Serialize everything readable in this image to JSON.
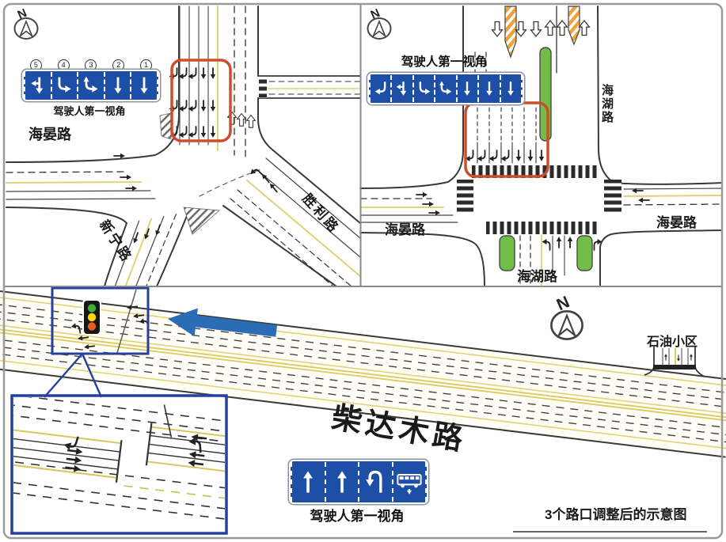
{
  "compass": {
    "label": "N"
  },
  "colors": {
    "sign_blue": "#1e4fa6",
    "highlight_orange": "#cc4e2a",
    "median_green": "#72bd4a",
    "hatch_orange": "#f0a23a",
    "callout_blue": "#24419e",
    "arrow_blue": "#2a6db5",
    "lane_yellow": "#e2d277",
    "traffic_light_green": "#3fae36",
    "traffic_light_yellow": "#ffd400",
    "traffic_light_red": "#e55d1d"
  },
  "top_left_panel": {
    "lane_numbers": [
      "5",
      "4",
      "3",
      "2",
      "1"
    ],
    "sign_lane_icons": [
      "left-then-straight-arrow",
      "left-turn-arrow",
      "turn-then-straight-arrow",
      "straight-arrow",
      "straight-arrow"
    ],
    "sign_caption": "驾驶人第一视角",
    "roads": {
      "west": "海晏路",
      "southwest": "新宁路",
      "southeast": "胜利路"
    }
  },
  "top_right_panel": {
    "sign_lane_icons": [
      "u-turn-arrow",
      "left-then-straight-arrow",
      "left-turn-arrow",
      "turn-then-straight-arrow",
      "straight-arrow",
      "straight-arrow",
      "straight-arrow"
    ],
    "sign_caption": "驾驶人第一视角",
    "roads": {
      "west": "海晏路",
      "east": "海晏路",
      "south": "海湖路",
      "north": "海湖路"
    }
  },
  "bottom_panel": {
    "road_name": "柴达木路",
    "district_label": "石油小区",
    "sign_lane_icons": [
      "straight-arrow",
      "straight-arrow",
      "u-turn-arrow",
      "bus-lane"
    ],
    "sign_caption": "驾驶人第一视角",
    "note": "3个路口调整后的示意图"
  }
}
